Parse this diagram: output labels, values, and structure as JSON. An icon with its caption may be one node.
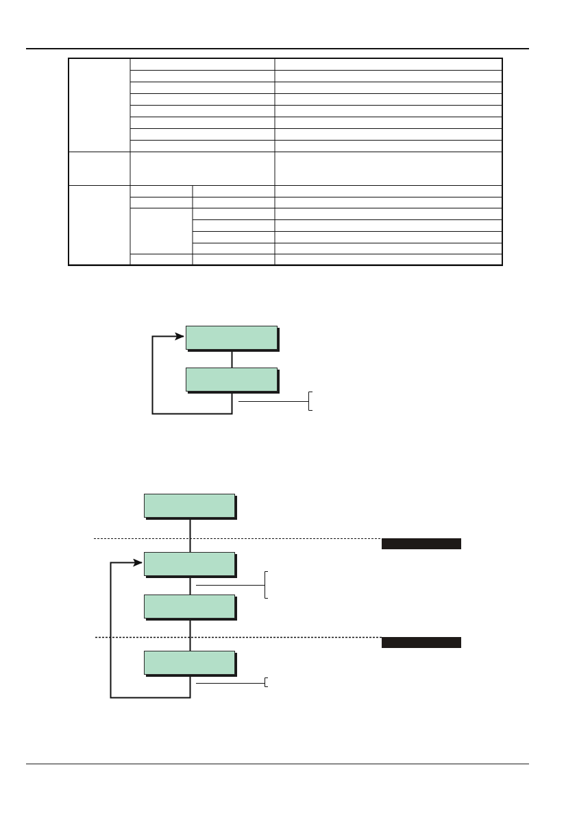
{
  "diagram": {
    "nodes": [
      {
        "text": [],
        "shape": "box"
      },
      {
        "text": [],
        "shape": "box"
      },
      {
        "text": [],
        "shape": "box"
      },
      {
        "text": [],
        "shape": "bar"
      },
      {
        "text": [],
        "shape": "box"
      },
      {
        "text": [],
        "shape": "box"
      },
      {
        "text": [],
        "shape": "bar"
      },
      {
        "text": [],
        "shape": "box"
      }
    ],
    "edges": [
      {
        "from": 0,
        "to": 1,
        "arrow": "none"
      },
      {
        "from": 1,
        "to": 0,
        "arrow": "to"
      },
      {
        "from": 2,
        "to": 4,
        "arrow": "none"
      },
      {
        "from": 4,
        "to": 5,
        "arrow": "none"
      },
      {
        "from": 5,
        "to": 7,
        "arrow": "none"
      },
      {
        "from": 7,
        "to": 4,
        "arrow": "to"
      }
    ]
  }
}
